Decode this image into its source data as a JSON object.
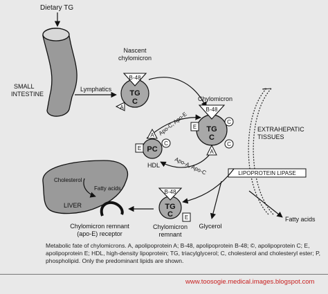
{
  "diagram": {
    "labels": {
      "dietary_tg": "Dietary TG",
      "small_intestine_1": "SMALL",
      "small_intestine_2": "INTESTINE",
      "lymphatics": "Lymphatics",
      "nascent_1": "Nascent",
      "nascent_2": "chylomicron",
      "chylomicron": "Chylomicron",
      "extrahepatic_1": "EXTRAHEPATIC",
      "extrahepatic_2": "TISSUES",
      "apo_ce": "Apo-C, Apo-E",
      "apo_ac": "Apo-A, Apo-C",
      "hdl": "HDL",
      "lipoprotein_lipase": "LIPOPROTEIN LIPASE",
      "cholesterol": "Cholesterol",
      "fatty_acids_liver": "Fatty acids",
      "liver": "LIVER",
      "receptor_1": "Chylomicron remnant",
      "receptor_2": "(apo-E) receptor",
      "remnant_1": "Chylomicron",
      "remnant_2": "remnant",
      "glycerol": "Glycerol",
      "fatty_acids_right": "Fatty acids"
    },
    "particles": {
      "tg": "TG",
      "c": "C",
      "pc": "PC",
      "b48": "B-48",
      "a": "A",
      "e": "E",
      "c_circled": "C"
    }
  },
  "caption": "Metabolic fate of chylomicrons. A, apolipoprotein A; B-48, apolipoprotein B-48; ©, apolipoprotein C; E, apolipoprotein E; HDL, high-density lipoprotein; TG, triacylglycerol; C, cholesterol and cholesteryl ester; P, phospholipid. Only the predominant lipids are shown.",
  "watermark": "www.toosogie.medical.images.blogspot.com"
}
